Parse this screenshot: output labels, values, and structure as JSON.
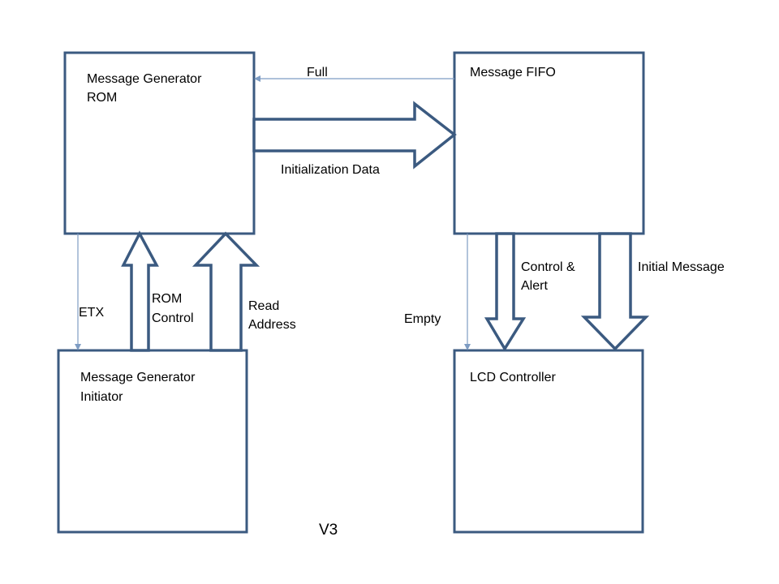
{
  "blocks": {
    "rom": {
      "line1": "Message Generator",
      "line2": "ROM"
    },
    "fifo": {
      "line1": "Message FIFO"
    },
    "initiator": {
      "line1": "Message Generator",
      "line2": "Initiator"
    },
    "lcd": {
      "line1": "LCD Controller"
    }
  },
  "signals": {
    "full": "Full",
    "init_data": "Initialization Data",
    "etx": "ETX",
    "rom_control": {
      "line1": "ROM",
      "line2": "Control"
    },
    "read_address": {
      "line1": "Read",
      "line2": "Address"
    },
    "empty": "Empty",
    "control_alert": {
      "line1": "Control &",
      "line2": "Alert"
    },
    "initial_message": "Initial Message"
  },
  "version": "V3",
  "colors": {
    "box_stroke": "#3b5a80",
    "thin_arrow": "#7e9cc3"
  }
}
